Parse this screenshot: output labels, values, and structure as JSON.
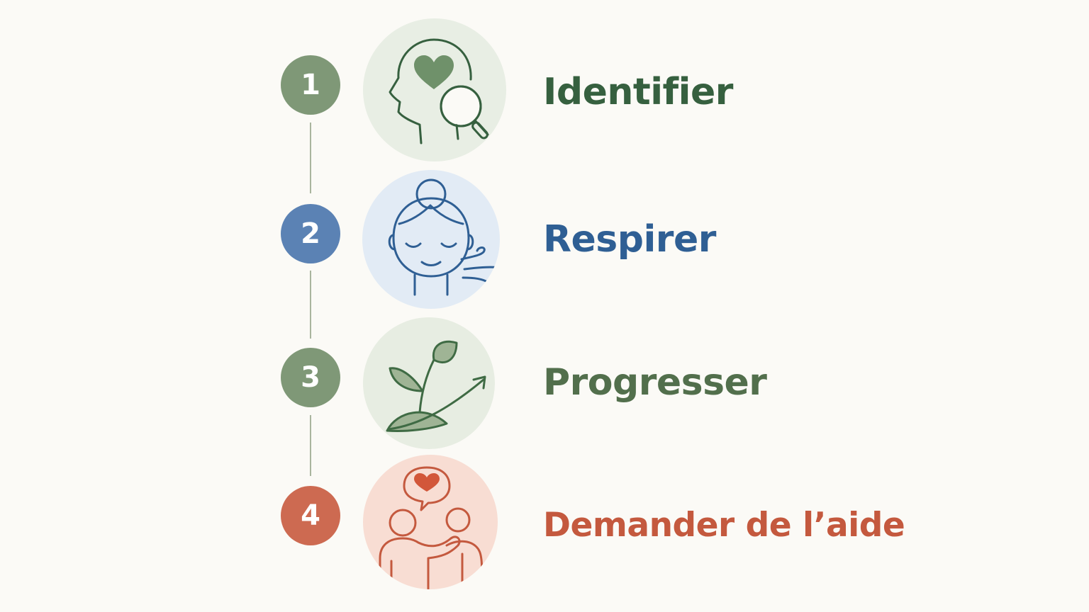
{
  "colors": {
    "background": "#fbfaf6",
    "green": "#7f9877",
    "green_dark": "#36603f",
    "blue": "#5b82b4",
    "blue_dark": "#2f5f94",
    "green_text": "#526f4c",
    "red": "#cd6a51",
    "red_text": "#c4593e"
  },
  "steps": [
    {
      "number": "1",
      "label": "Identifier",
      "icon": "head-heart-magnifier-icon"
    },
    {
      "number": "2",
      "label": "Respirer",
      "icon": "breathing-face-icon"
    },
    {
      "number": "3",
      "label": "Progresser",
      "icon": "sprout-growth-icon"
    },
    {
      "number": "4",
      "label": "Demander de l’aide",
      "icon": "people-support-icon"
    }
  ]
}
